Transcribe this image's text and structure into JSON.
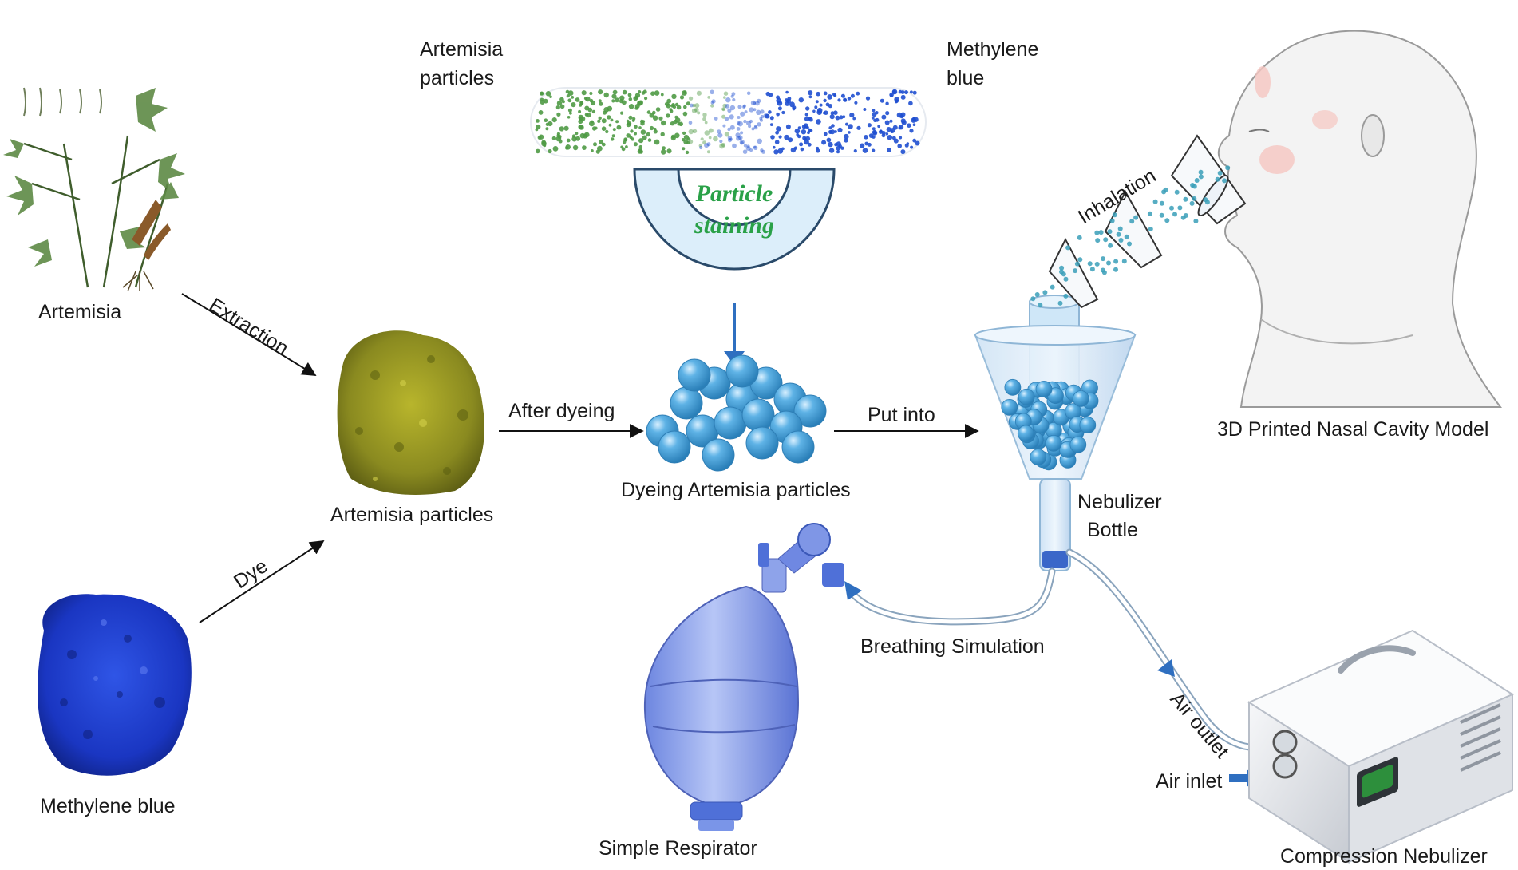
{
  "labels": {
    "artemisia": "Artemisia",
    "methylene_blue": "Methylene blue",
    "extraction": "Extraction",
    "dye": "Dye",
    "artemisia_particles": "Artemisia particles",
    "after_dyeing": "After dyeing",
    "dyeing_artemisia_particles": "Dyeing Artemisia particles",
    "put_into": "Put into",
    "top_artemisia_particles_1": "Artemisia",
    "top_artemisia_particles_2": "particles",
    "top_methylene_blue_1": "Methylene",
    "top_methylene_blue_2": "blue",
    "particle_staining_1": "Particle",
    "particle_staining_2": "staining",
    "inhalation": "Inhalation",
    "nasal_model": "3D Printed Nasal Cavity Model",
    "nebulizer_bottle_1": "Nebulizer",
    "nebulizer_bottle_2": "Bottle",
    "breathing_simulation": "Breathing Simulation",
    "simple_respirator": "Simple Respirator",
    "air_outlet": "Air outlet",
    "air_inlet": "Air inlet",
    "compression_nebulizer": "Compression Nebulizer"
  },
  "colors": {
    "green_particle": "#4f9a45",
    "blue_particle": "#1f4fd0",
    "bead_blue": "#3f9fd8",
    "artemisia_yellow": "#9a9a1e",
    "methylene_powder": "#1c3fcf",
    "arrow_blue": "#2f6fc0",
    "tube": "#b9cde0"
  },
  "icons": {
    "artemisia_plant": "plant-illustration",
    "methylene_powder": "powder-pile",
    "particle_beads": "sphere-cluster",
    "nebulizer": "funnel-bottle",
    "respirator": "bag-valve",
    "nebulizer_device": "compressor-box",
    "head_model": "human-head-profile"
  }
}
